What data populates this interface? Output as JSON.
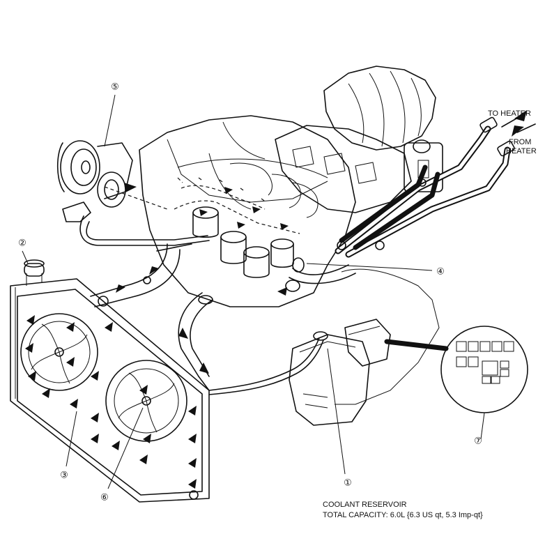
{
  "labels": {
    "to_heater": "TO HEATER",
    "from_heater_1": "FROM",
    "from_heater_2": "HEATER",
    "reservoir_title": "COOLANT RESERVOIR",
    "reservoir_capacity": "TOTAL CAPACITY: 6.0L {6.3 US qt, 5.3 Imp-qt}"
  },
  "callouts": {
    "c1": "①",
    "c2": "②",
    "c3": "③",
    "c4": "④",
    "c5": "⑤",
    "c6": "⑥",
    "c7": "⑦"
  },
  "colors": {
    "ink": "#111111",
    "paper": "#ffffff"
  }
}
